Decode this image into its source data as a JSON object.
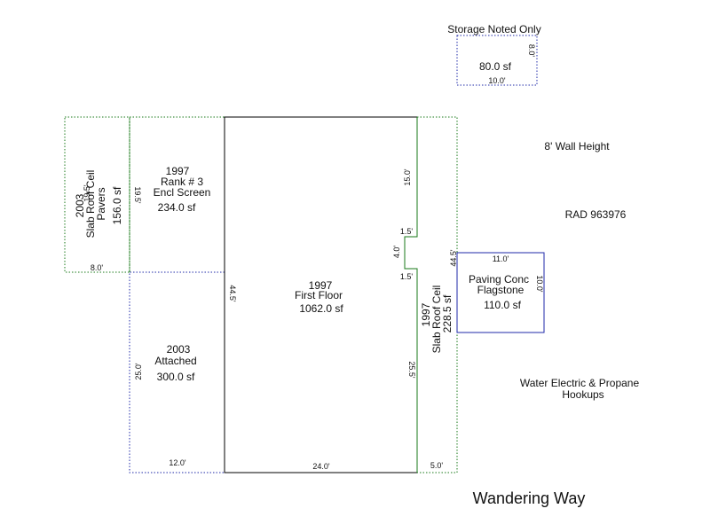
{
  "colors": {
    "green": "#1a7a1a",
    "blue": "#1f2aa8",
    "black": "#000000"
  },
  "notes": {
    "wall_height": "8' Wall Height",
    "rad": "RAD 963976",
    "water": "Water Electric & Propane",
    "hookups": "Hookups",
    "street": "Wandering Way"
  },
  "storage": {
    "title": "Storage Noted Only",
    "area": "80.0 sf",
    "dim_bottom": "10.0'",
    "dim_right": "8.0'"
  },
  "pavers": {
    "year": "2003",
    "type": "Slab Roof Ceil",
    "name": "Pavers",
    "area": "156.0 sf",
    "dim_top": "19.5'",
    "dim_bottom": "8.0'"
  },
  "screen": {
    "year": "1997",
    "type": "Rank # 3",
    "name": "Encl Screen",
    "area": "234.0 sf",
    "dim_left": "19.5'"
  },
  "first_floor": {
    "year": "1997",
    "name": "First Floor",
    "area": "1062.0 sf",
    "dim_left": "44.5'",
    "dim_bottom": "24.0'",
    "dim_right_top": "15.0'",
    "dim_notch_top": "1.5'",
    "dim_notch": "4.0'",
    "dim_notch_bottom": "1.5'",
    "dim_right_bottom": "25.5'"
  },
  "attached": {
    "year": "2003",
    "name": "Attached",
    "area": "300.0 sf",
    "dim_left": "25.0'",
    "dim_bottom": "12.0'"
  },
  "slab_roof": {
    "year": "1997",
    "type": "Slab Roof Ceil",
    "area": "228.5 sf",
    "dim_right": "44.5'",
    "dim_bottom": "5.0'"
  },
  "paving": {
    "type": "Paving Conc",
    "name": "Flagstone",
    "area": "110.0 sf",
    "dim_top": "11.0'",
    "dim_right": "10.0'"
  }
}
